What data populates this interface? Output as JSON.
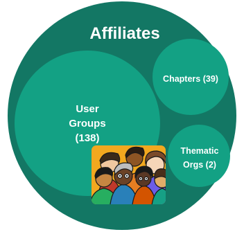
{
  "diagram": {
    "title": "Affiliates",
    "groups": [
      {
        "id": "user-groups",
        "lines": [
          "User",
          "Groups",
          "(138)"
        ]
      },
      {
        "id": "chapters",
        "lines": [
          "Chapters (39)"
        ]
      },
      {
        "id": "thematic-orgs",
        "lines": [
          "Thematic",
          "Orgs (2)"
        ]
      }
    ],
    "colors": {
      "outer": "#137764",
      "inner": "#13a184",
      "text": "#ffffff",
      "illustration_bg": "#f2a81f"
    },
    "illustration": {
      "icon": "people-group-illustration"
    }
  }
}
